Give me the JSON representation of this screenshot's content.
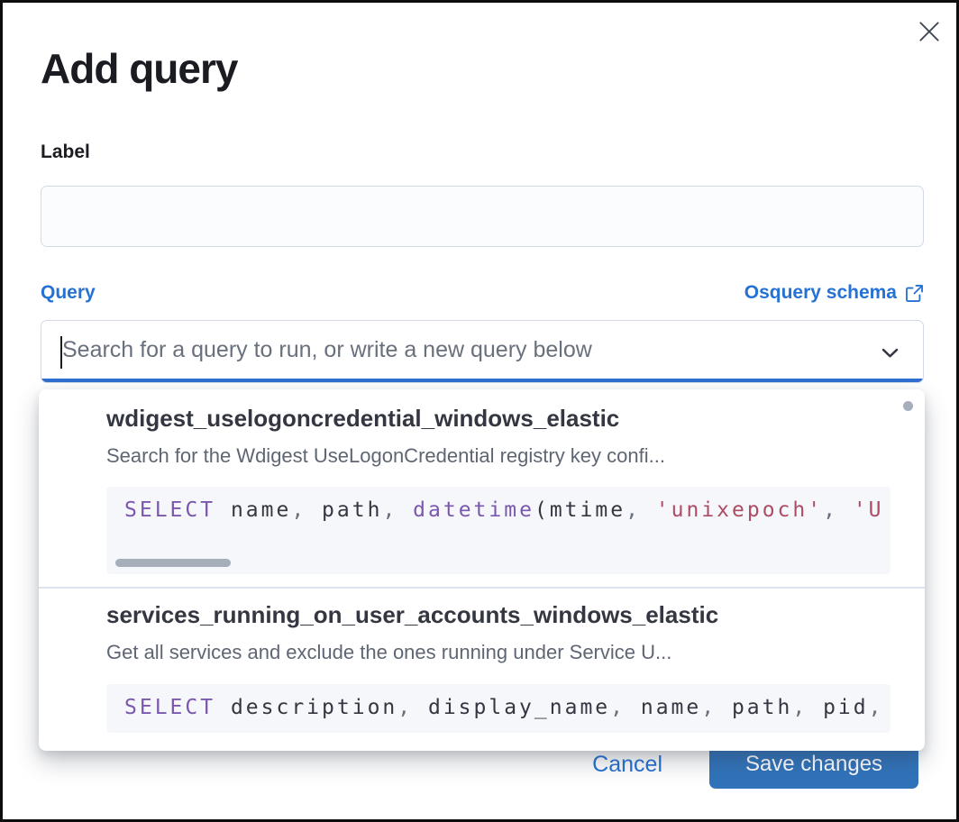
{
  "colors": {
    "link_blue": "#2571d4",
    "focus_underline_blue": "#2e6fd0",
    "primary_button_blue": "#3173ba",
    "title_text": "#1a1c21",
    "body_text": "#343741",
    "muted_text": "#5f6673",
    "placeholder_text": "#69707d",
    "input_border": "#d3dae6",
    "code_background": "#f5f7fa",
    "code_keyword": "#7a58ad",
    "code_string": "#ad4c64",
    "code_punctuation": "#69707d",
    "divider": "#dce3ee",
    "scrollbar_thumb": "#a6aebb"
  },
  "modal": {
    "title": "Add query"
  },
  "form": {
    "label_field": {
      "label": "Label",
      "value": ""
    },
    "query_field": {
      "label": "Query",
      "schema_link_label": "Osquery schema",
      "search_placeholder": "Search for a query to run, or write a new query below"
    }
  },
  "dropdown": {
    "options": [
      {
        "title": "wdigest_uselogoncredential_windows_elastic",
        "description": "Search for the Wdigest UseLogonCredential registry key confi...",
        "code_plain": "SELECT name, path, datetime(mtime, 'unixepoch', 'U",
        "code_tokens": [
          {
            "t": "SELECT",
            "c": "kw"
          },
          {
            "t": " name",
            "c": "pl"
          },
          {
            "t": ",",
            "c": "pu"
          },
          {
            "t": " path",
            "c": "pl"
          },
          {
            "t": ",",
            "c": "pu"
          },
          {
            "t": " ",
            "c": "pl"
          },
          {
            "t": "datetime",
            "c": "kw"
          },
          {
            "t": "(",
            "c": "pl"
          },
          {
            "t": "mtime",
            "c": "pl"
          },
          {
            "t": ",",
            "c": "pu"
          },
          {
            "t": " ",
            "c": "pl"
          },
          {
            "t": "'unixepoch'",
            "c": "st"
          },
          {
            "t": ",",
            "c": "pu"
          },
          {
            "t": " ",
            "c": "pl"
          },
          {
            "t": "'U",
            "c": "st"
          }
        ]
      },
      {
        "title": "services_running_on_user_accounts_windows_elastic",
        "description": "Get all services and exclude the ones running under Service U...",
        "code_plain": "SELECT description, display_name, name, path, pid,",
        "code_tokens": [
          {
            "t": "SELECT",
            "c": "kw"
          },
          {
            "t": " description",
            "c": "pl"
          },
          {
            "t": ",",
            "c": "pu"
          },
          {
            "t": " display_name",
            "c": "pl"
          },
          {
            "t": ",",
            "c": "pu"
          },
          {
            "t": " name",
            "c": "pl"
          },
          {
            "t": ",",
            "c": "pu"
          },
          {
            "t": " path",
            "c": "pl"
          },
          {
            "t": ",",
            "c": "pu"
          },
          {
            "t": " pid",
            "c": "pl"
          },
          {
            "t": ",",
            "c": "pu"
          }
        ]
      }
    ]
  },
  "footer": {
    "cancel_label": "Cancel",
    "save_label": "Save changes"
  }
}
